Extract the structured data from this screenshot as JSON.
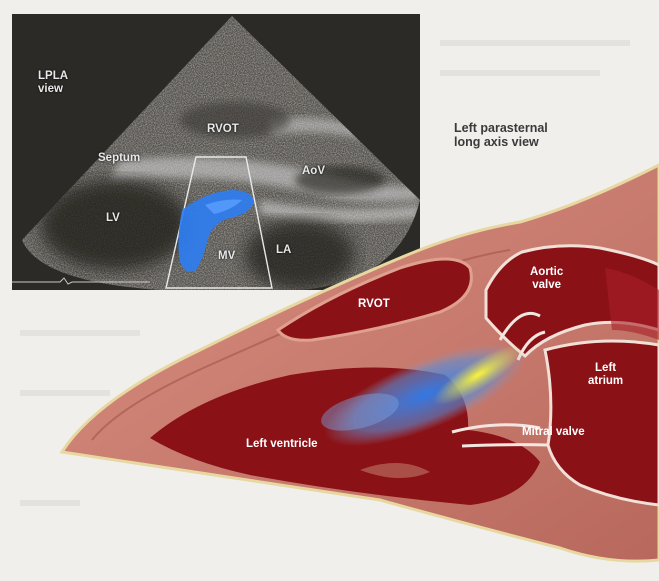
{
  "title": {
    "line1": "Left parasternal",
    "line2": "long axis view"
  },
  "echo_panel": {
    "view_label_line1": "LPLA",
    "view_label_line2": "view",
    "labels": {
      "rvot": "RVOT",
      "septum": "Septum",
      "aov": "AoV",
      "lv": "LV",
      "mv": "MV",
      "la": "LA"
    }
  },
  "anatomy": {
    "labels": {
      "rvot": "RVOT",
      "aortic_line1": "Aortic",
      "aortic_line2": "valve",
      "left_atrium_line1": "Left",
      "left_atrium_line2": "atrium",
      "left_ventricle": "Left ventricle",
      "mitral_valve": "Mitral valve"
    }
  },
  "colors": {
    "page_background": "#f1efec",
    "echo_background": "#2c2a27",
    "echo_speckle": "#b9b9b9",
    "myocardium": "#c97c6f",
    "blood_chamber": "#8a1116",
    "doppler_blue": "#2f7df0",
    "doppler_yellow": "#f4ef2a"
  }
}
